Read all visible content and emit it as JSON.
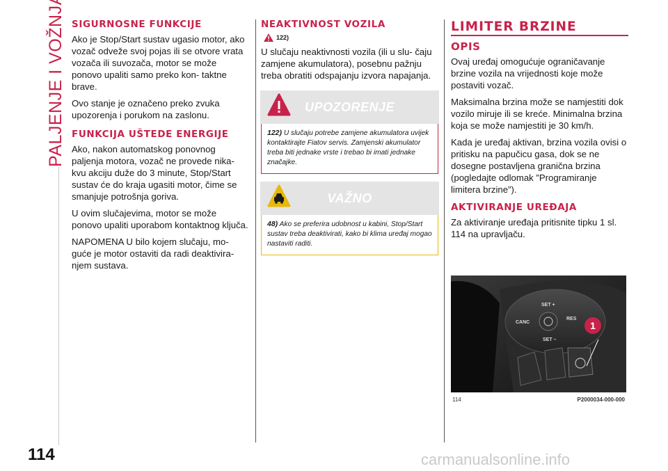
{
  "sidebar": {
    "chapter": "PALJENJE I VOŽNJA"
  },
  "page_number": "114",
  "watermark": "carmanualsonline.info",
  "col1": {
    "h1": "SIGURNOSNE FUNKCIJE",
    "p1": "Ako je Stop/Start sustav ugasio motor, ako vozač odveže svoj pojas ili se otvore vrata vozača ili suvozača, motor se može ponovo upaliti samo preko kon- taktne brave.",
    "p2": "Ovo stanje je označeno preko zvuka upozorenja i porukom na zaslonu.",
    "h2": "FUNKCIJA UŠTEDE ENERGIJE",
    "p3": "Ako, nakon automatskog ponovnog paljenja motora, vozač ne provede nika- kvu akciju duže do 3 minute, Stop/Start sustav će do kraja ugasiti motor, čime se smanjuje potrošnja goriva.",
    "p4": "U ovim slučajevima, motor se može ponovo upaliti uporabom kontaktnog ključa.",
    "p5": "NAPOMENA U bilo kojem slučaju, mo- guće je motor ostaviti da radi deaktivira- njem sustava."
  },
  "col2": {
    "h1": "NEAKTIVNOST VOZILA",
    "ref": "122)",
    "p1": "U slučaju neaktivnosti vozila (ili u slu- čaju zamjene akumulatora), posebnu pažnju treba obratiti odspajanju izvora napajanja.",
    "warning": {
      "title": "UPOZORENJE",
      "num": "122)",
      "text": "U slučaju potrebe zamjene akumulatora uvijek kontaktirajte Fiatov servis. Zamjenski akumulator treba biti jednake vrste i trebao bi imati jednake značajke."
    },
    "important": {
      "title": "VAŽNO",
      "num": "48)",
      "text": "Ako se preferira udobnost u kabini, Stop/Start sustav treba deaktivirati, kako bi klima uređaj mogao nastaviti raditi."
    }
  },
  "col3": {
    "main_title": "LIMITER BRZINE",
    "h1": "OPIS",
    "p1": "Ovaj uređaj omogućuje ograničavanje brzine vozila na vrijednosti koje može postaviti vozač.",
    "p2": "Maksimalna brzina može se namjestiti dok vozilo miruje ili se kreće. Minimalna brzina koja se može namjestiti je 30 km/h.",
    "p3": "Kada je uređaj aktivan, brzina vozila ovisi o pritisku na papučicu gasa, dok se ne dosegne postavljena granična brzina (pogledajte odlomak ”Programiranje limitera brzine”).",
    "h2": "AKTIVIRANJE UREĐAJA",
    "p4": "Za aktiviranje uređaja pritisnite tipku 1 sl. 114 na upravljaču."
  },
  "figure": {
    "labels": {
      "set_plus": "SET +",
      "canc": "CANC",
      "res": "RES",
      "set_minus": "SET –",
      "callout": "1"
    },
    "number": "114",
    "code": "P2000034-000-000"
  },
  "colors": {
    "accent": "#c8224a",
    "warning_border": "#c8224a",
    "important_border": "#e8b90c"
  }
}
